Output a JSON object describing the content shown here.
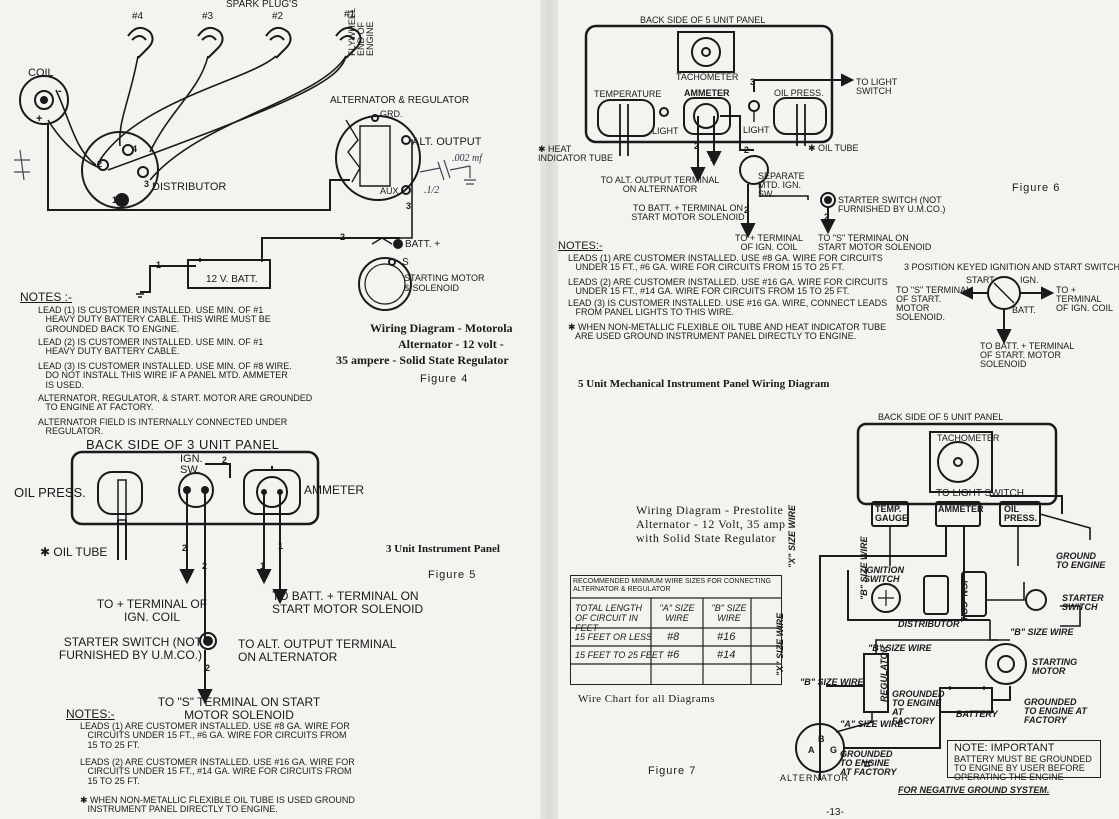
{
  "page_number": "-13-",
  "fig4": {
    "spark_plugs": "SPARK PLUG'S",
    "plugs": [
      "#4",
      "#3",
      "#2",
      "#1"
    ],
    "flywheel": "FLYWHEEL END OF ENGINE",
    "coil": "COIL",
    "coil_minus": "-",
    "coil_plus": "+",
    "distributor": "DISTRIBUTOR",
    "dist_terms": [
      "2",
      "4",
      "3",
      "1"
    ],
    "alt_reg": "ALTERNATOR & REGULATOR",
    "grd": "GRD.",
    "alt_output": "ALT. OUTPUT",
    "aux": "AUX.",
    "batt_plus": "BATT. +",
    "s_label": "S",
    "starting_motor": "STARTING MOTOR & SOLENOID",
    "battery": "12 V. BATT.",
    "lead_marks": [
      "1",
      "2",
      "3"
    ],
    "handwritten": [
      ".002 mf",
      ".1/2"
    ],
    "caption": [
      "Wiring Diagram - Motorola",
      "Alternator - 12 volt -",
      "35 ampere - Solid State Regulator"
    ],
    "fig_label": "Figure 4",
    "notes_heading": "NOTES :-",
    "notes": [
      "LEAD (1) IS CUSTOMER INSTALLED. USE MIN. OF #1\n   HEAVY DUTY BATTERY CABLE. THIS WIRE MUST BE\n   GROUNDED BACK TO ENGINE.",
      "LEAD (2) IS CUSTOMER INSTALLED. USE MIN. OF #1\n   HEAVY DUTY BATTERY CABLE.",
      "LEAD (3) IS CUSTOMER INSTALLED. USE MIN. OF #8 WIRE.\n   DO NOT INSTALL THIS WIRE IF A PANEL MTD. AMMETER\n   IS USED.",
      "ALTERNATOR, REGULATOR, & START. MOTOR ARE GROUNDED\n   TO ENGINE AT FACTORY.",
      "ALTERNATOR FIELD IS INTERNALLY CONNECTED UNDER\n   REGULATOR."
    ]
  },
  "fig5": {
    "panel_title": "BACK SIDE OF 3 UNIT PANEL",
    "oil_press": "OIL PRESS.",
    "ign_sw": "IGN. SW.",
    "ammeter": "AMMETER",
    "oil_tube": "✱ OIL TUBE",
    "title": "3 Unit Instrument Panel",
    "fig_label": "Figure 5",
    "to_ign_coil": "TO + TERMINAL OF IGN. COIL",
    "to_batt": "TO BATT. + TERMINAL ON START MOTOR SOLENOID",
    "starter_switch": "STARTER SWITCH (NOT FURNISHED BY U.M.CO.)",
    "to_alt": "TO ALT. OUTPUT TERMINAL ON ALTERNATOR",
    "to_s": "TO \"S\" TERMINAL ON START MOTOR SOLENOID",
    "lead_marks": [
      "1",
      "2"
    ],
    "notes_heading": "NOTES:-",
    "notes": [
      "LEADS (1) ARE CUSTOMER INSTALLED. USE #8 GA. WIRE FOR\n   CIRCUITS UNDER 15 FT., #6 GA. WIRE FOR CIRCUITS FROM\n   15 TO 25 FT.",
      "LEADS (2) ARE CUSTOMER INSTALLED. USE #16 GA. WIRE FOR\n   CIRCUITS UNDER 15 FT., #14 GA. WIRE FOR CIRCUITS FROM\n   15 TO 25 FT.",
      "✱ WHEN NON-METALLIC FLEXIBLE OIL TUBE IS USED GROUND\n   INSTRUMENT PANEL DIRECTLY TO ENGINE."
    ]
  },
  "fig6": {
    "panel_title": "BACK SIDE OF 5 UNIT PANEL",
    "tachometer": "TACHOMETER",
    "temperature": "TEMPERATURE",
    "ammeter": "AMMETER",
    "oil_press": "OIL PRESS.",
    "light1": "LIGHT",
    "light2": "LIGHT",
    "to_light_switch": "TO LIGHT SWITCH",
    "heat_tube": "✱ HEAT INDICATOR TUBE",
    "oil_tube": "✱ OIL TUBE",
    "separate_sw": "SEPARATE MTD. IGN. SW.",
    "to_alt": "TO ALT. OUTPUT TERMINAL ON ALTERNATOR",
    "to_batt": "TO BATT. + TERMINAL ON START MOTOR SOLENOID",
    "starter_switch": "STARTER SWITCH (NOT FURNISHED BY U.M.CO.)",
    "to_ign": "TO + TERMINAL OF IGN. COIL",
    "to_s": "TO \"S\" TERMINAL ON START MOTOR SOLENOID",
    "fig_label": "Figure 6",
    "lead_marks": [
      "1",
      "2",
      "3"
    ],
    "notes_heading": "NOTES:-",
    "notes": [
      "LEADS (1) ARE CUSTOMER INSTALLED. USE #8 GA. WIRE FOR CIRCUITS\n   UNDER 15 FT., #6 GA. WIRE FOR CIRCUITS FROM 15 TO 25 FT.",
      "LEADS (2) ARE CUSTOMER INSTALLED. USE #16 GA. WIRE FOR CIRCUITS\n   UNDER 15 FT., #14 GA. WIRE FOR CIRCUITS FROM 15 TO 25 FT.",
      "LEAD (3) IS CUSTOMER INSTALLED. USE #16 GA. WIRE, CONNECT LEADS\n   FROM PANEL LIGHTS TO THIS WIRE.",
      "✱ WHEN NON-METALLIC FLEXIBLE OIL TUBE AND HEAT INDICATOR TUBE\n   ARE USED GROUND INSTRUMENT PANEL DIRECTLY TO ENGINE."
    ],
    "key_switch_title": "3 POSITION KEYED IGNITION AND START SWITCH",
    "ks_start": "START",
    "ks_ign": "IGN.",
    "ks_batt": "BATT.",
    "ks_s": "TO \"S\" TERMINAL OF START. MOTOR SOLENOID.",
    "ks_coil": "TO + TERMINAL OF IGN. COIL",
    "ks_batt_to": "TO BATT. + TERMINAL OF START. MOTOR SOLENOID",
    "caption": "5 Unit Mechanical Instrument Panel Wiring Diagram"
  },
  "fig7": {
    "panel_title": "BACK SIDE OF 5 UNIT PANEL",
    "tachometer": "TACHOMETER",
    "to_light_switch": "TO LIGHT SWITCH",
    "temp_gauge": "TEMP. GAUGE",
    "ammeter": "AMMETER",
    "oil_press": "OIL PRESS.",
    "caption": [
      "Wiring Diagram - Prestolite",
      "Alternator - 12 Volt, 35 amp",
      "with Solid State Regulator"
    ],
    "ground_to_engine": "GROUND TO ENGINE",
    "ignition_switch": "IGNITION SWITCH",
    "starter_switch": "STARTER SWITCH",
    "distributor": "DISTRIBUTOR",
    "ign_coil": "IGN. COIL",
    "b_size_wire": "\"B\" SIZE WIRE",
    "a_size_wire": "\"A\" SIZE WIRE",
    "x_size_wire": "\"X\" SIZE WIRE",
    "starting_motor": "STARTING MOTOR",
    "regulator": "REGULATOR",
    "grounded_factory": "GROUNDED TO ENGINE AT FACTORY",
    "battery": "BATTERY",
    "alternator": "ALTERNATOR",
    "alt_terms": [
      "B",
      "A",
      "G"
    ],
    "fig_label": "Figure 7",
    "important_title": "NOTE: IMPORTANT",
    "important_text": "BATTERY MUST BE GROUNDED TO ENGINE BY USER BEFORE OPERATING THE ENGINE",
    "neg_ground": "FOR NEGATIVE GROUND SYSTEM."
  },
  "wire_chart": {
    "title": "RECOMMENDED MINIMUM WIRE SIZES FOR CONNECTING ALTERNATOR & REGULATOR",
    "headers": [
      "TOTAL LENGTH OF CIRCUIT IN FEET",
      "\"A\" SIZE WIRE",
      "\"B\" SIZE WIRE"
    ],
    "rows": [
      [
        "15 FEET OR LESS",
        "#8",
        "#16"
      ],
      [
        "15 FEET TO 25 FEET",
        "#6",
        "#14"
      ]
    ],
    "caption": "Wire Chart for all Diagrams"
  }
}
